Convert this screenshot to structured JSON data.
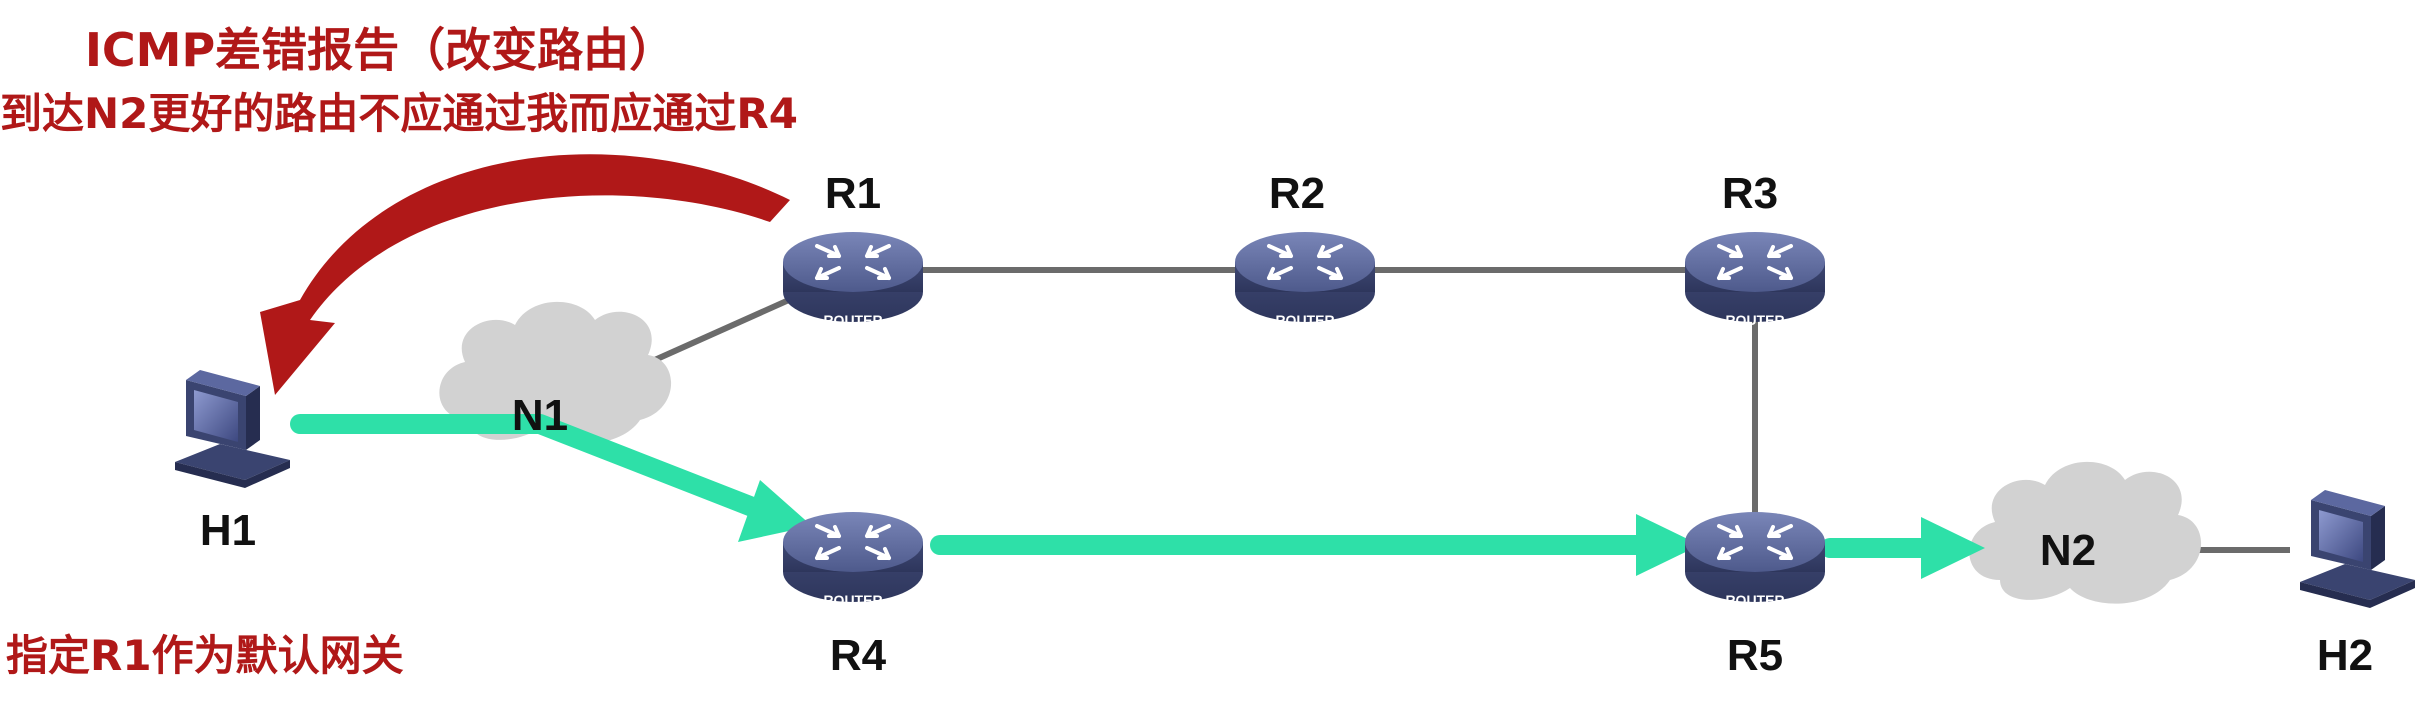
{
  "annotation": {
    "title": "ICMP差错报告（改变路由）",
    "subtitle": "到达N2更好的路由不应通过我而应通过R4",
    "gateway_note": "指定R1作为默认网关"
  },
  "routers": {
    "r1": {
      "name": "R1",
      "badge": "ROUTER"
    },
    "r2": {
      "name": "R2",
      "badge": "ROUTER"
    },
    "r3": {
      "name": "R3",
      "badge": "ROUTER"
    },
    "r4": {
      "name": "R4",
      "badge": "ROUTER"
    },
    "r5": {
      "name": "R5",
      "badge": "ROUTER"
    }
  },
  "hosts": {
    "h1": {
      "name": "H1"
    },
    "h2": {
      "name": "H2"
    }
  },
  "networks": {
    "n1": {
      "name": "N1"
    },
    "n2": {
      "name": "N2"
    }
  },
  "colors": {
    "annotation": "#b01818",
    "redirect_arrow": "#b01818",
    "data_path": "#2ee0a8",
    "link": "#6b6b6b",
    "router_body": "#5a6698",
    "cloud": "#cfcfcf",
    "label": "#111111"
  }
}
